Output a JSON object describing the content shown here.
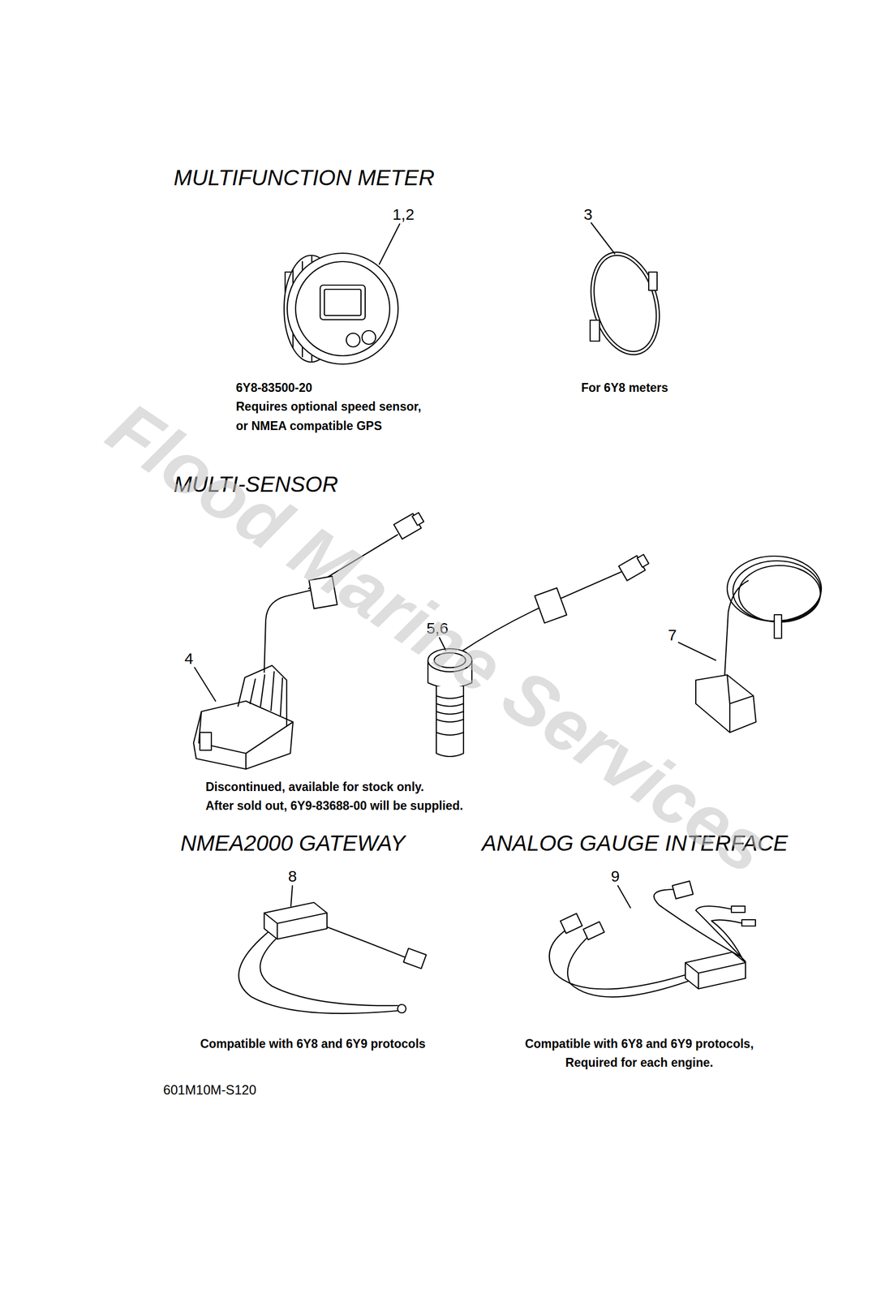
{
  "diagram": {
    "labels": [
      "MULTIFUNCTION METER",
      "1,2",
      "3",
      "6Y8-83500-20",
      "Requires optional speed sensor,",
      "or NMEA compatible GPS",
      "For 6Y8 meters",
      "MULTI-SENSOR",
      "4",
      "5,6",
      "7",
      "Discontinued, available for stock only.",
      "After sold out, 6Y9-83688-00 will be supplied.",
      "NMEA2000 GATEWAY",
      "ANALOG GAUGE INTERFACE",
      "8",
      "9",
      "Compatible with 6Y8 and 6Y9 protocols",
      "Compatible with 6Y8 and 6Y9 protocols,",
      "Required for each engine.",
      "601M10M-S120",
      "Flood Marine Services"
    ]
  }
}
